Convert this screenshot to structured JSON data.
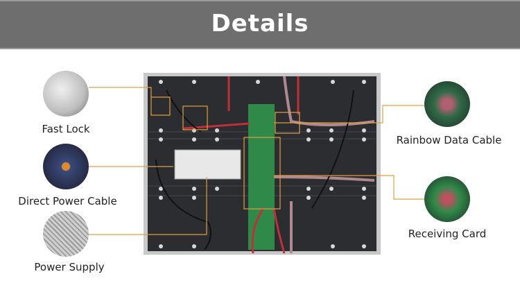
{
  "header": {
    "title": "Details"
  },
  "callouts": [
    {
      "label": "Fast Lock",
      "icon": "fast-lock-photo"
    },
    {
      "label": "Direct Power Cable",
      "icon": "power-cable-photo"
    },
    {
      "label": "Power Supply",
      "icon": "power-supply-photo"
    },
    {
      "label": "Rainbow Data Cable",
      "icon": "data-cable-photo"
    },
    {
      "label": "Receiving Card",
      "icon": "receiving-card-photo"
    }
  ],
  "colors": {
    "header": "#6e6e6e",
    "callout_line": "#e0a040",
    "panel": "#2b2d31",
    "pcb": "#2f8a4a"
  }
}
